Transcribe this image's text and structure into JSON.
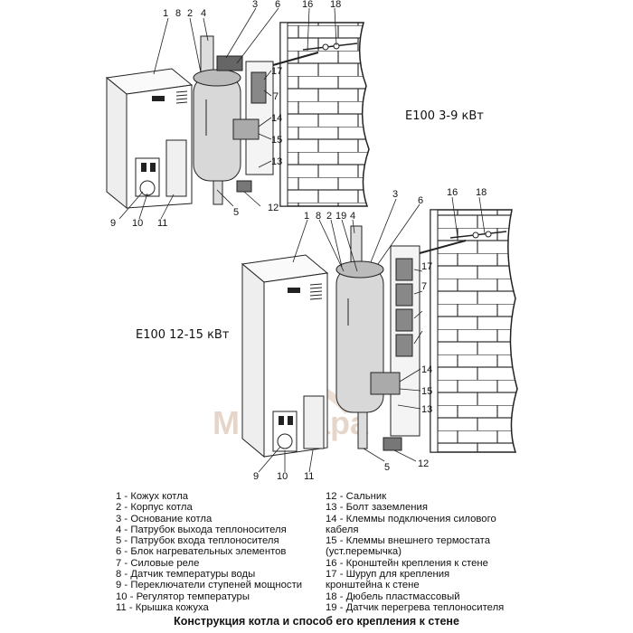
{
  "diagrams": {
    "top": {
      "model": "E100 3-9 кВт",
      "callouts": [
        "1",
        "2",
        "3",
        "4",
        "5",
        "6",
        "7",
        "8",
        "9",
        "10",
        "11",
        "12",
        "13",
        "14",
        "15",
        "16",
        "17",
        "18"
      ]
    },
    "bottom": {
      "model": "E100 12-15 кВт",
      "callouts": [
        "1",
        "2",
        "3",
        "4",
        "5",
        "6",
        "7",
        "8",
        "9",
        "10",
        "11",
        "12",
        "13",
        "14",
        "15",
        "16",
        "17",
        "18",
        "19"
      ]
    }
  },
  "watermark": "Мир Пара",
  "legend": {
    "left": [
      "1 - Кожух котла",
      "2 - Корпус котла",
      "3 - Основание котла",
      "4 - Патрубок выхода теплоносителя",
      "5 - Патрубок входа теплоносителя",
      "6 - Блок нагревательных элементов",
      "7 - Силовые реле",
      "8 - Датчик температуры воды",
      "9 - Переключатели ступеней мощности",
      "10 - Регулятор температуры",
      "11 - Крышка кожуха"
    ],
    "right": [
      "12 - Сальник",
      "13 - Болт заземления",
      "14 - Клеммы подключения силового",
      "кабеля",
      "15 - Клеммы внешнего термостата",
      "(уст.перемычка)",
      "16 - Кронштейн крепления к стене",
      "17 - Шуруп для крепления",
      "кронштейна к стене",
      "18 - Дюбель пластмассовый",
      "19 - Датчик перегрева теплоносителя"
    ]
  },
  "caption": "Конструкция котла и способ его крепления к стене"
}
